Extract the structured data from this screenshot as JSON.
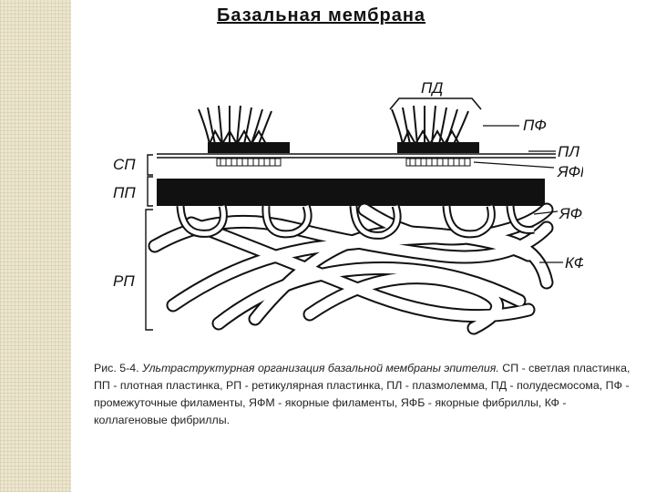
{
  "slide": {
    "title": "Базальная мембрана"
  },
  "labels": {
    "pd": "ПД",
    "pf": "ПФ",
    "pl": "ПЛ",
    "sp": "СП",
    "yafm": "ЯФМ",
    "pp": "ПП",
    "yafb": "ЯФБ",
    "kf": "КФ",
    "rp": "РП"
  },
  "caption": {
    "lead": "Рис. 5-4.",
    "title": "Ультраструктурная организация базальной мембраны эпителия.",
    "body": "СП - светлая пластинка, ПП - плотная пластинка, РП - ретикулярная пластинка, ПЛ - плазмолемма, ПД - полудесмосома, ПФ - промежуточные филаменты, ЯФМ - якорные филаменты, ЯФБ - якорные фибриллы, КФ - коллагеновые фибриллы."
  }
}
